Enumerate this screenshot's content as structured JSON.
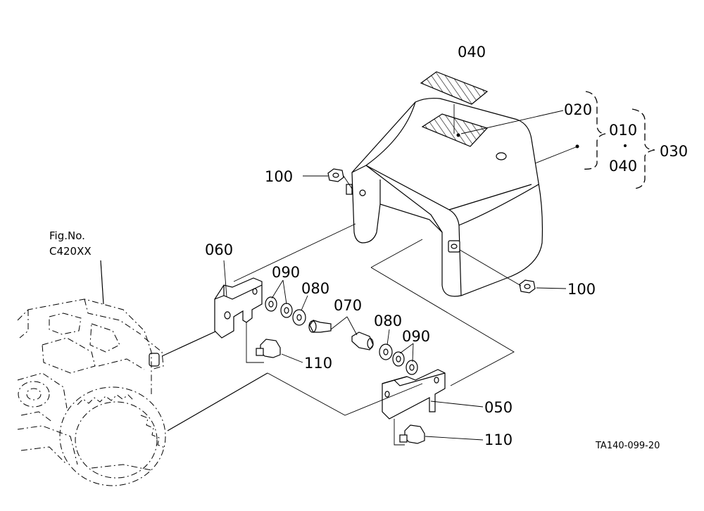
{
  "diagram": {
    "figure_ref_line1": "Fig.No.",
    "figure_ref_line2": "C420XX",
    "drawing_code": "TA140-099-20",
    "labels": {
      "p040_top": "040",
      "p020": "020",
      "p010": "010",
      "p030": "030",
      "p040_group": "040",
      "p100_left": "100",
      "p100_right": "100",
      "p060": "060",
      "p090_left": "090",
      "p080_left": "080",
      "p070": "070",
      "p080_right": "080",
      "p090_right": "090",
      "p110_left": "110",
      "p050": "050",
      "p110_right": "110"
    }
  }
}
